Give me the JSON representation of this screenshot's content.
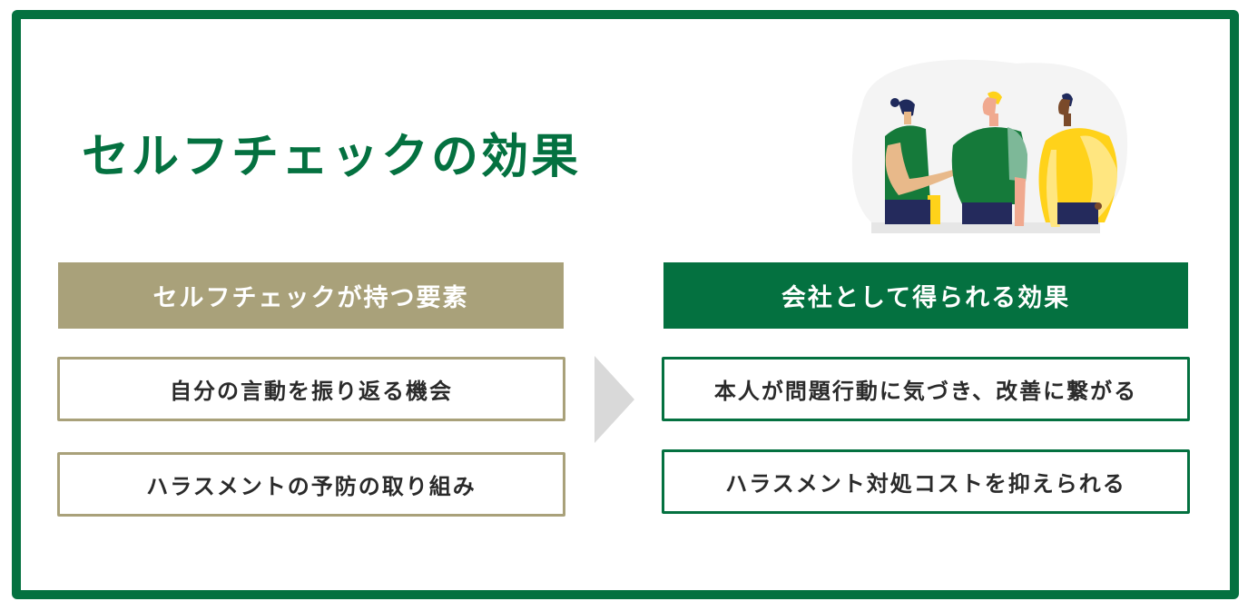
{
  "title": "セルフチェックの効果",
  "colors": {
    "brand_green": "#047140",
    "khaki": "#a9a17a",
    "arrow_gray": "#d9d9d9",
    "text_dark": "#2a2a2a"
  },
  "left_column": {
    "header": "セルフチェックが持つ要素",
    "items": [
      "自分の言動を振り返る機会",
      "ハラスメントの予防の取り組み"
    ]
  },
  "right_column": {
    "header": "会社として得られる効果",
    "items": [
      "本人が問題行動に気づき、改善に繋がる",
      "ハラスメント対処コストを抑えられる"
    ]
  },
  "arrow": {
    "icon": "chevron-right-icon"
  },
  "illustration": {
    "icon": "three-people-talking-illustration"
  }
}
